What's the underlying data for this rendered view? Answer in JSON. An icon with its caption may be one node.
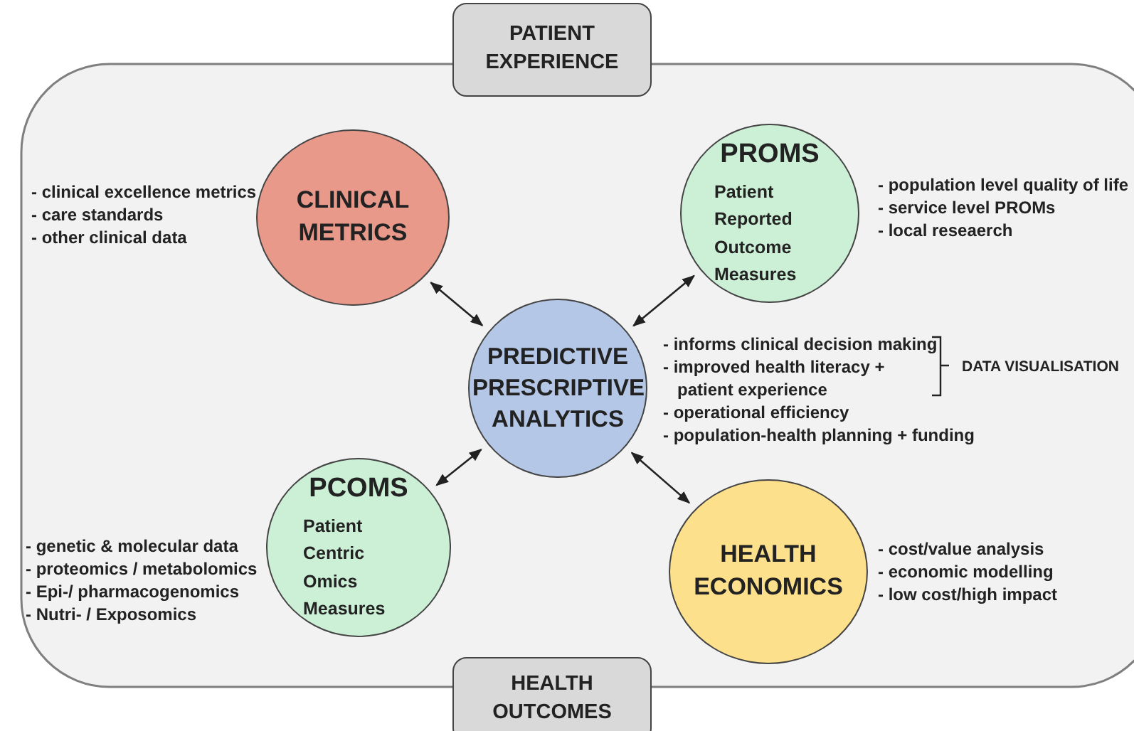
{
  "diagram": {
    "nodes": [
      {
        "text": [
          "PATIENT EXPERIENCE"
        ]
      },
      {
        "text": [
          "CLINICAL METRICS"
        ],
        "beside": [
          "- clinical excellence metrics",
          "- care standards",
          "- other clinical data"
        ]
      },
      {
        "text": [
          "PROMS",
          "Patient Reported Outcome Measures"
        ],
        "beside": [
          "- population level quality of life",
          "- service level PROMs",
          "- local reseaerch"
        ]
      },
      {
        "text": [
          "PREDICTIVE PRESCRIPTIVE ANALYTICS"
        ],
        "beside": [
          "- informs clinical decision making",
          "- improved health literacy + patient experience",
          "- operational efficiency",
          "- population-health planning + funding"
        ]
      },
      {
        "text": [
          "PCOMS",
          "Patient Centric Omics Measures"
        ],
        "beside": [
          "- genetic & molecular data",
          "- proteomics / metabolomics",
          "- Epi-/ pharmacogenomics",
          "- Nutri- / Exposomics"
        ]
      },
      {
        "text": [
          "HEALTH ECONOMICS"
        ],
        "beside": [
          "- cost/value analysis",
          "- economic modelling",
          "- low cost/high impact"
        ]
      },
      {
        "text": [
          "HEALTH OUTCOMES"
        ]
      }
    ],
    "edges": [
      {
        "from": 1,
        "to": 3,
        "arrow": "both"
      },
      {
        "from": 2,
        "to": 3,
        "arrow": "both"
      },
      {
        "from": 4,
        "to": 3,
        "arrow": "both"
      },
      {
        "from": 5,
        "to": 3,
        "arrow": "both"
      }
    ],
    "labels": [
      "DATA VISUALISATION"
    ]
  }
}
